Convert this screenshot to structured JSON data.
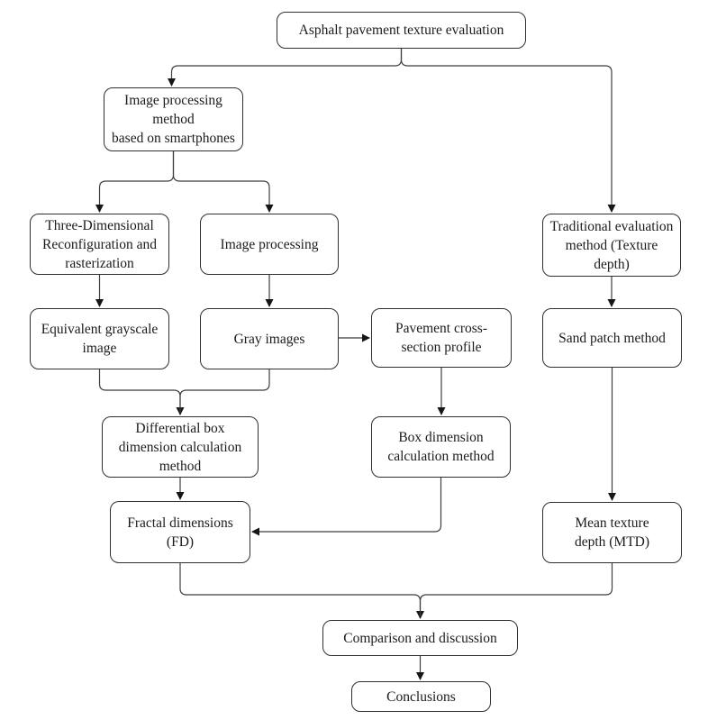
{
  "diagram": {
    "type": "flowchart",
    "title": "Asphalt pavement texture evaluation",
    "background_color": "#ffffff",
    "box_border_color": "#2f2f2f",
    "box_fill_color": "#ffffff",
    "line_color": "#3f3f3f",
    "text_color": "#1b1b1b"
  },
  "nodes": {
    "asphalt": {
      "label": "Asphalt pavement texture evaluation"
    },
    "smartphone_method": {
      "label": "Image processing\nmethod\nbased on smartphones"
    },
    "three_dimensional": {
      "label": "Three-Dimensional\nReconfiguration and\nrasterization"
    },
    "image_processing": {
      "label": "Image processing"
    },
    "traditional_method": {
      "label": "Traditional evaluation\nmethod (Texture\ndepth)"
    },
    "equivalent_grayscale": {
      "label": "Equivalent grayscale\nimage"
    },
    "gray_images": {
      "label": "Gray images"
    },
    "pavement_profile": {
      "label": "Pavement cross-\nsection profile"
    },
    "sand_patch": {
      "label": "Sand patch method"
    },
    "differential_box": {
      "label": "Differential box\ndimension calculation\nmethod"
    },
    "box_dimension": {
      "label": "Box dimension\ncalculation method"
    },
    "fractal_dimensions": {
      "label": "Fractal dimensions\n(FD)"
    },
    "mean_texture_depth": {
      "label": "Mean texture\ndepth (MTD)"
    },
    "comparison": {
      "label": "Comparison and discussion"
    },
    "conclusions": {
      "label": "Conclusions"
    }
  },
  "edges": [
    {
      "from": "asphalt",
      "to": "smartphone_method"
    },
    {
      "from": "asphalt",
      "to": "traditional_method"
    },
    {
      "from": "smartphone_method",
      "to": "three_dimensional"
    },
    {
      "from": "smartphone_method",
      "to": "image_processing"
    },
    {
      "from": "three_dimensional",
      "to": "equivalent_grayscale"
    },
    {
      "from": "image_processing",
      "to": "gray_images"
    },
    {
      "from": "gray_images",
      "to": "pavement_profile"
    },
    {
      "from": "traditional_method",
      "to": "sand_patch"
    },
    {
      "from": "equivalent_grayscale",
      "to": "differential_box"
    },
    {
      "from": "gray_images",
      "to": "differential_box"
    },
    {
      "from": "pavement_profile",
      "to": "box_dimension"
    },
    {
      "from": "differential_box",
      "to": "fractal_dimensions"
    },
    {
      "from": "box_dimension",
      "to": "fractal_dimensions"
    },
    {
      "from": "sand_patch",
      "to": "mean_texture_depth"
    },
    {
      "from": "fractal_dimensions",
      "to": "comparison"
    },
    {
      "from": "mean_texture_depth",
      "to": "comparison"
    },
    {
      "from": "comparison",
      "to": "conclusions"
    }
  ]
}
